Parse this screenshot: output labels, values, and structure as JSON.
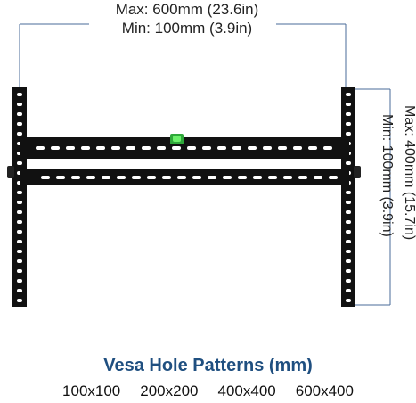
{
  "dimensions": {
    "width_max": "Max: 600mm (23.6in)",
    "width_min": "Min: 100mm (3.9in)",
    "height_max": "Max: 400mm (15.7in)",
    "height_min": "Min: 100mm (3.9in)"
  },
  "title": "Vesa Hole Patterns (mm)",
  "patterns": [
    "100x100",
    "200x200",
    "400x400",
    "600x400"
  ],
  "colors": {
    "title": "#1f4f80",
    "dimension_line": "#4a6b9a",
    "mount": "#111111",
    "bubble_level": "#3fd14a"
  }
}
